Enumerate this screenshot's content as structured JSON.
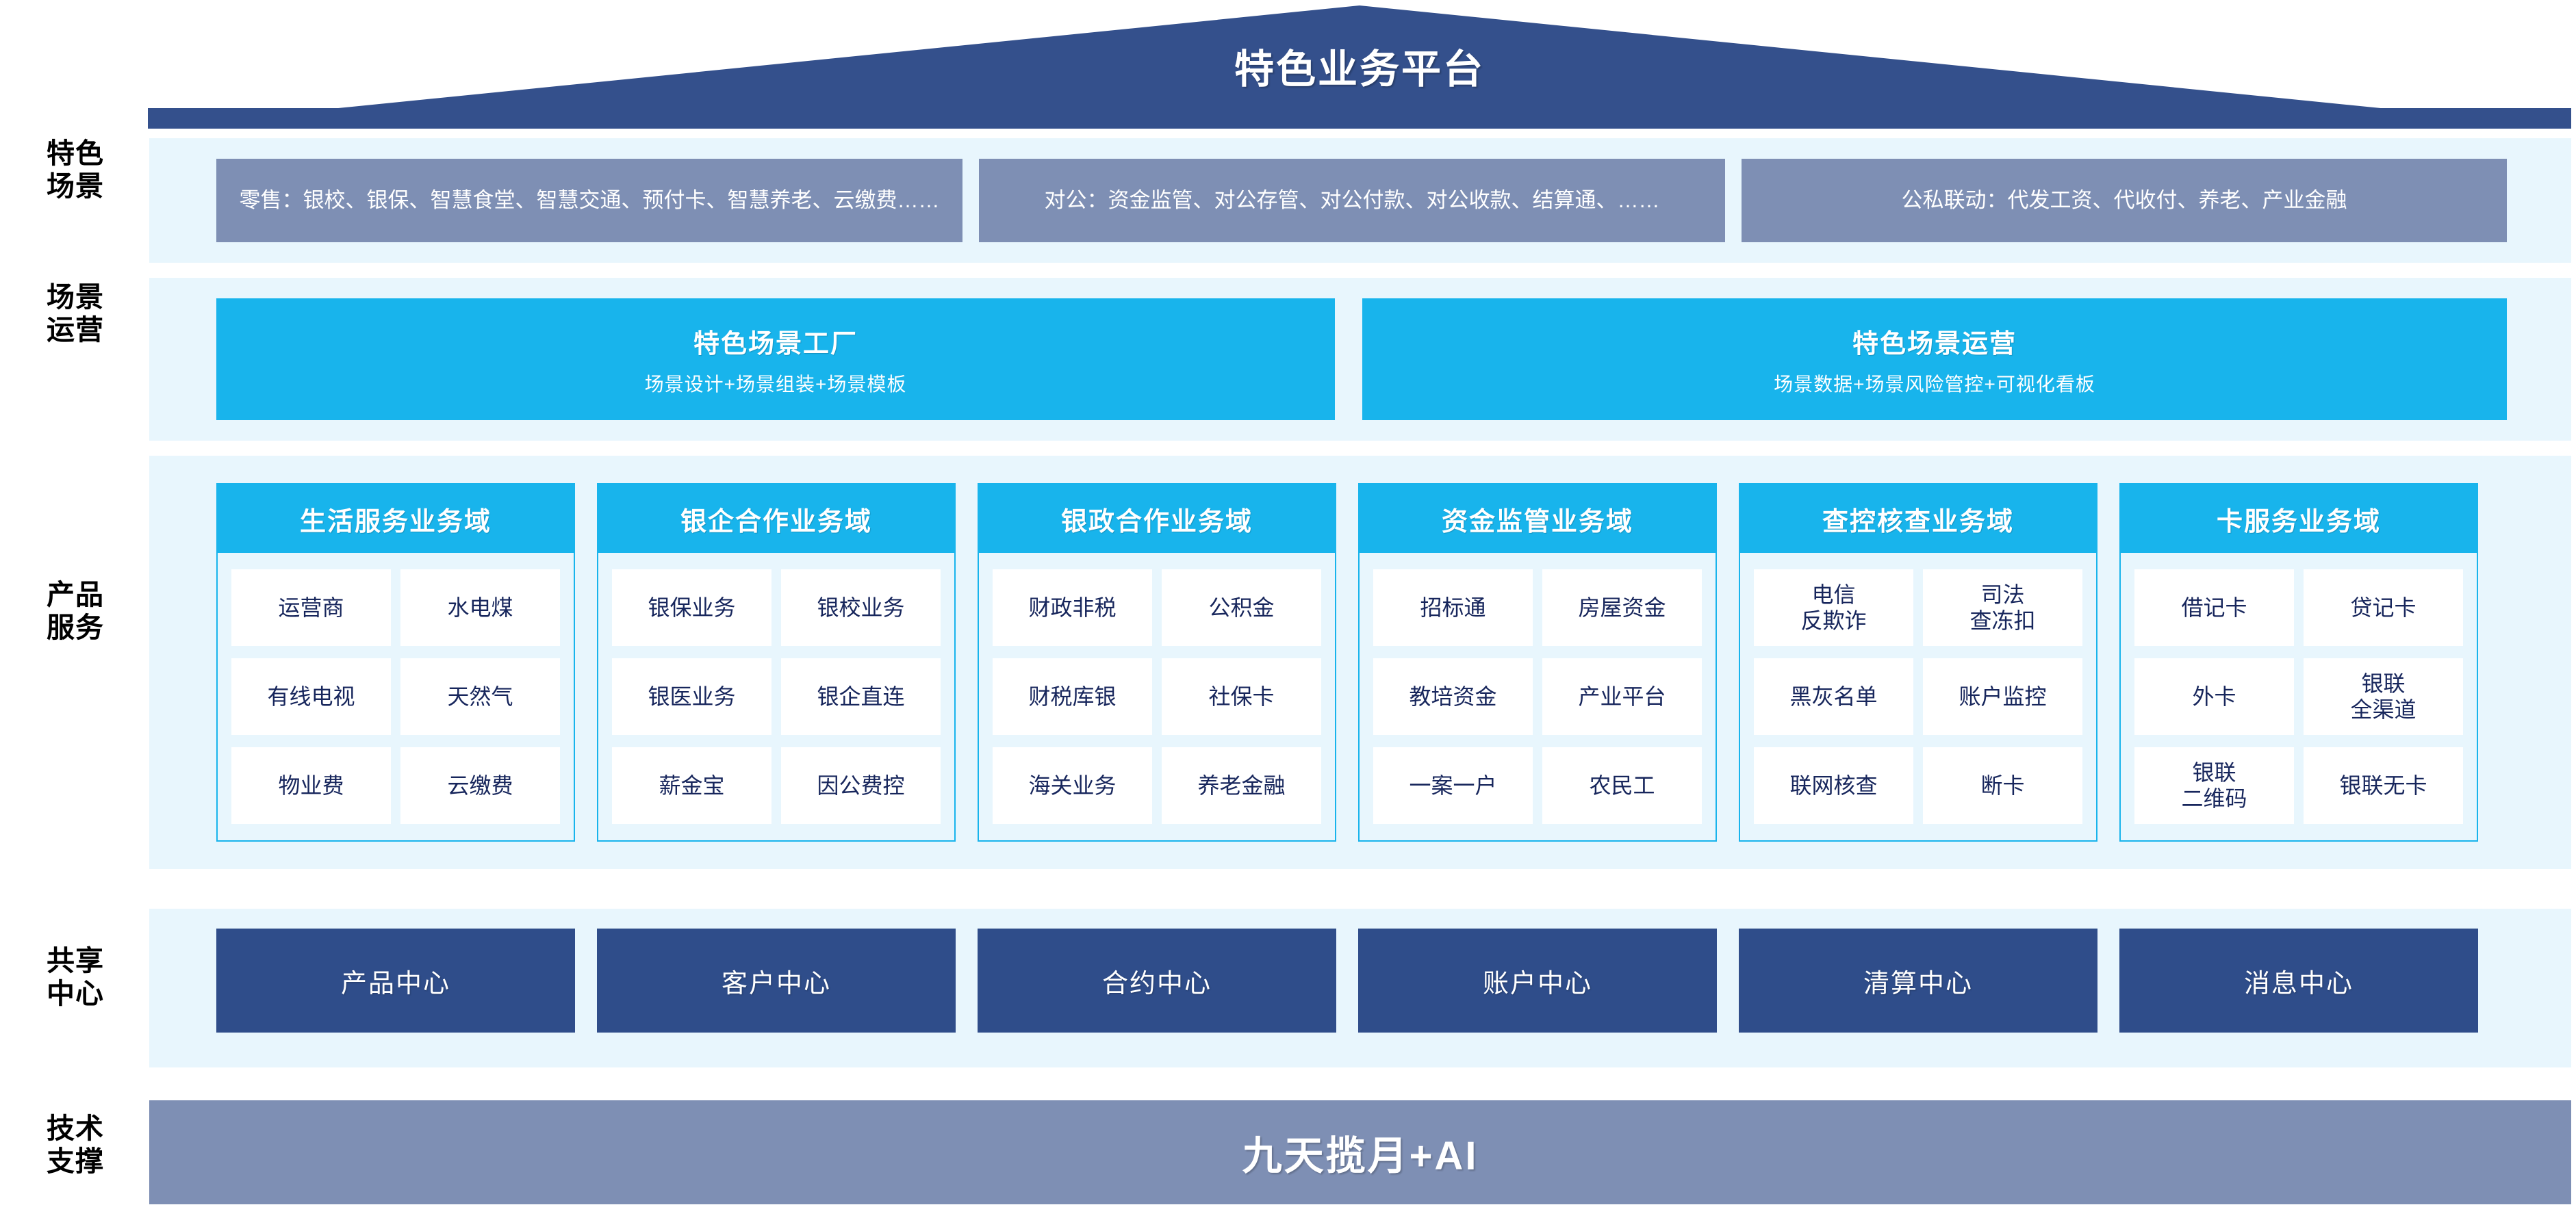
{
  "header": {
    "title": "特色业务平台",
    "roof_color": "#34508c"
  },
  "rail_labels": {
    "scenarios": "特色\n场景",
    "operation": "场景\n运营",
    "products": "产品\n服务",
    "shared": "共享\n中心",
    "tech": "技术\n支撑"
  },
  "scenarios": {
    "boxes": [
      {
        "text": "零售：银校、银保、智慧食堂、智慧交通、预付卡、智慧养老、云缴费……"
      },
      {
        "text": "对公：资金监管、对公存管、对公付款、对公收款、结算通、……"
      },
      {
        "text": "公私联动：代发工资、代收付、养老、产业金融"
      }
    ],
    "box_color": "#7e8fb4"
  },
  "operation": {
    "bars": [
      {
        "title": "特色场景工厂",
        "subtitle": "场景设计+场景组装+场景模板"
      },
      {
        "title": "特色场景运营",
        "subtitle": "场景数据+场景风险管控+可视化看板"
      }
    ],
    "bar_color": "#18b4ec"
  },
  "products": {
    "accent": "#18b4ec",
    "domains": [
      {
        "title": "生活服务业务域",
        "items": [
          "运营商",
          "水电煤",
          "有线电视",
          "天然气",
          "物业费",
          "云缴费"
        ]
      },
      {
        "title": "银企合作业务域",
        "items": [
          "银保业务",
          "银校业务",
          "银医业务",
          "银企直连",
          "薪金宝",
          "因公费控"
        ]
      },
      {
        "title": "银政合作业务域",
        "items": [
          "财政非税",
          "公积金",
          "财税库银",
          "社保卡",
          "海关业务",
          "养老金融"
        ]
      },
      {
        "title": "资金监管业务域",
        "items": [
          "招标通",
          "房屋资金",
          "教培资金",
          "产业平台",
          "一案一户",
          "农民工"
        ]
      },
      {
        "title": "查控核查业务域",
        "items": [
          "电信\n反欺诈",
          "司法\n查冻扣",
          "黑灰名单",
          "账户监控",
          "联网核查",
          "断卡"
        ]
      },
      {
        "title": "卡服务业务域",
        "items": [
          "借记卡",
          "贷记卡",
          "外卡",
          "银联\n全渠道",
          "银联\n二维码",
          "银联无卡"
        ]
      }
    ]
  },
  "shared_centers": {
    "box_color": "#2f4d8a",
    "items": [
      "产品中心",
      "客户中心",
      "合约中心",
      "账户中心",
      "清算中心",
      "消息中心"
    ]
  },
  "tech_support": {
    "label": "九天揽月+AI",
    "bar_color": "#7e8fb4"
  }
}
